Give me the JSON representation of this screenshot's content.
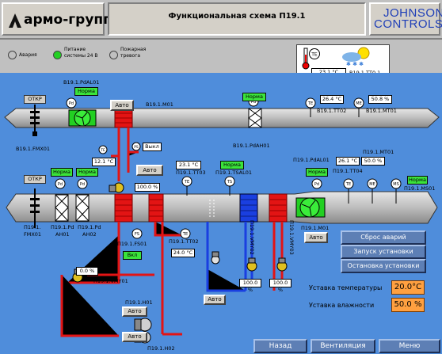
{
  "header": {
    "logo": "армо-групп",
    "title": "Функциональная схема П19.1",
    "brand_line1": "JOHNSON",
    "brand_line2": "CONTROLS"
  },
  "alarms": {
    "items": [
      {
        "label_lines": [
          "Авария"
        ],
        "color": "#c0c0c0"
      },
      {
        "label_lines": [
          "Питание",
          "системы 24 В"
        ],
        "color": "#22d022"
      },
      {
        "label_lines": [
          "Пожарная",
          "тревога"
        ],
        "color": "#c0c0c0"
      }
    ]
  },
  "weather": {
    "temp": "23.1 °C",
    "tag": "В19.1.ТТ0.1"
  },
  "upper": {
    "fan_tag": "В19.1.PdAL01",
    "fan_status": "Норма",
    "fan_mode": "Авто",
    "motor_tag": "В19.1.М01",
    "damper_tag": "В19.1.FMX01",
    "damper_state": "ОТКР",
    "filter_status": "Норма",
    "filter_tag": "В19.1.PdAH01",
    "exhaust_temp": "26.4 °C",
    "exhaust_temp_tag": "В19.1.ТТ02",
    "exhaust_hum": "50.8 %",
    "exhaust_hum_tag": "В19.1.МТ01",
    "heater_temp": "12.1 °C",
    "heater_pump": "Выкл",
    "heater_valve_mode": "Авто",
    "heater_valve_pos": "100.0 %"
  },
  "lower": {
    "damper_state": "ОТКР",
    "damper_tag_l1": "П19.1.",
    "damper_tag_l2": "FMX01",
    "filter1_status": "Норма",
    "filter1_tag_l1": "П19.1.Pd",
    "filter1_tag_l2": "AH01",
    "filter2_status": "Норма",
    "filter2_tag_l1": "П19.1.Pd",
    "filter2_tag_l2": "AH02",
    "tt03_value": "23.1 °C",
    "tt03_tag": "П19.1.ТТ03",
    "tsal_status": "Норма",
    "tsal_tag": "П19.1.TSAL01",
    "fan_status": "Норма",
    "fan_tag": "П19.1.PdAL01",
    "tt04_value": "26.1 °C",
    "tt04_tag": "П19.1.ТТ04",
    "hum_value": "50.0 %",
    "hum_tag": "П19.1.МТ01",
    "ms01_status": "Норма",
    "ms01_tag": "П19.1.MS01",
    "motor_tag": "П19.1.М01",
    "motor_mode": "Авто",
    "fs01_tag": "П19.1.FS01",
    "fs01_state": "Вкл",
    "tt02_tag": "П19.1.ТТ02",
    "tt02_value": "24.0 °C",
    "vmy01_pos": "0.0 %",
    "vmy01_tag": "П19.1.VMY01",
    "h01_tag": "П19.1.Н01",
    "h02_tag": "П19.1.Н02",
    "pump_mode": "Авто",
    "pump_mode2": "Авто",
    "cooler_valve_tag": "П19.1.VMY02",
    "cooler_valve_tag2": "П19.1.VMY03",
    "cooler_mode": "Авто",
    "cooler_pos1": "100.0 %",
    "cooler_pos2": "100.0 %"
  },
  "controls": {
    "reset": "Сброс аварий",
    "start": "Запуск установки",
    "stop": "Остановка установки",
    "temp_label": "Уставка температуры",
    "temp_value": "20.0°C",
    "hum_label": "Уставка влажности",
    "hum_value": "50.0 %"
  },
  "nav": {
    "back": "Назад",
    "vent": "Вентиляция",
    "menu": "Меню"
  }
}
